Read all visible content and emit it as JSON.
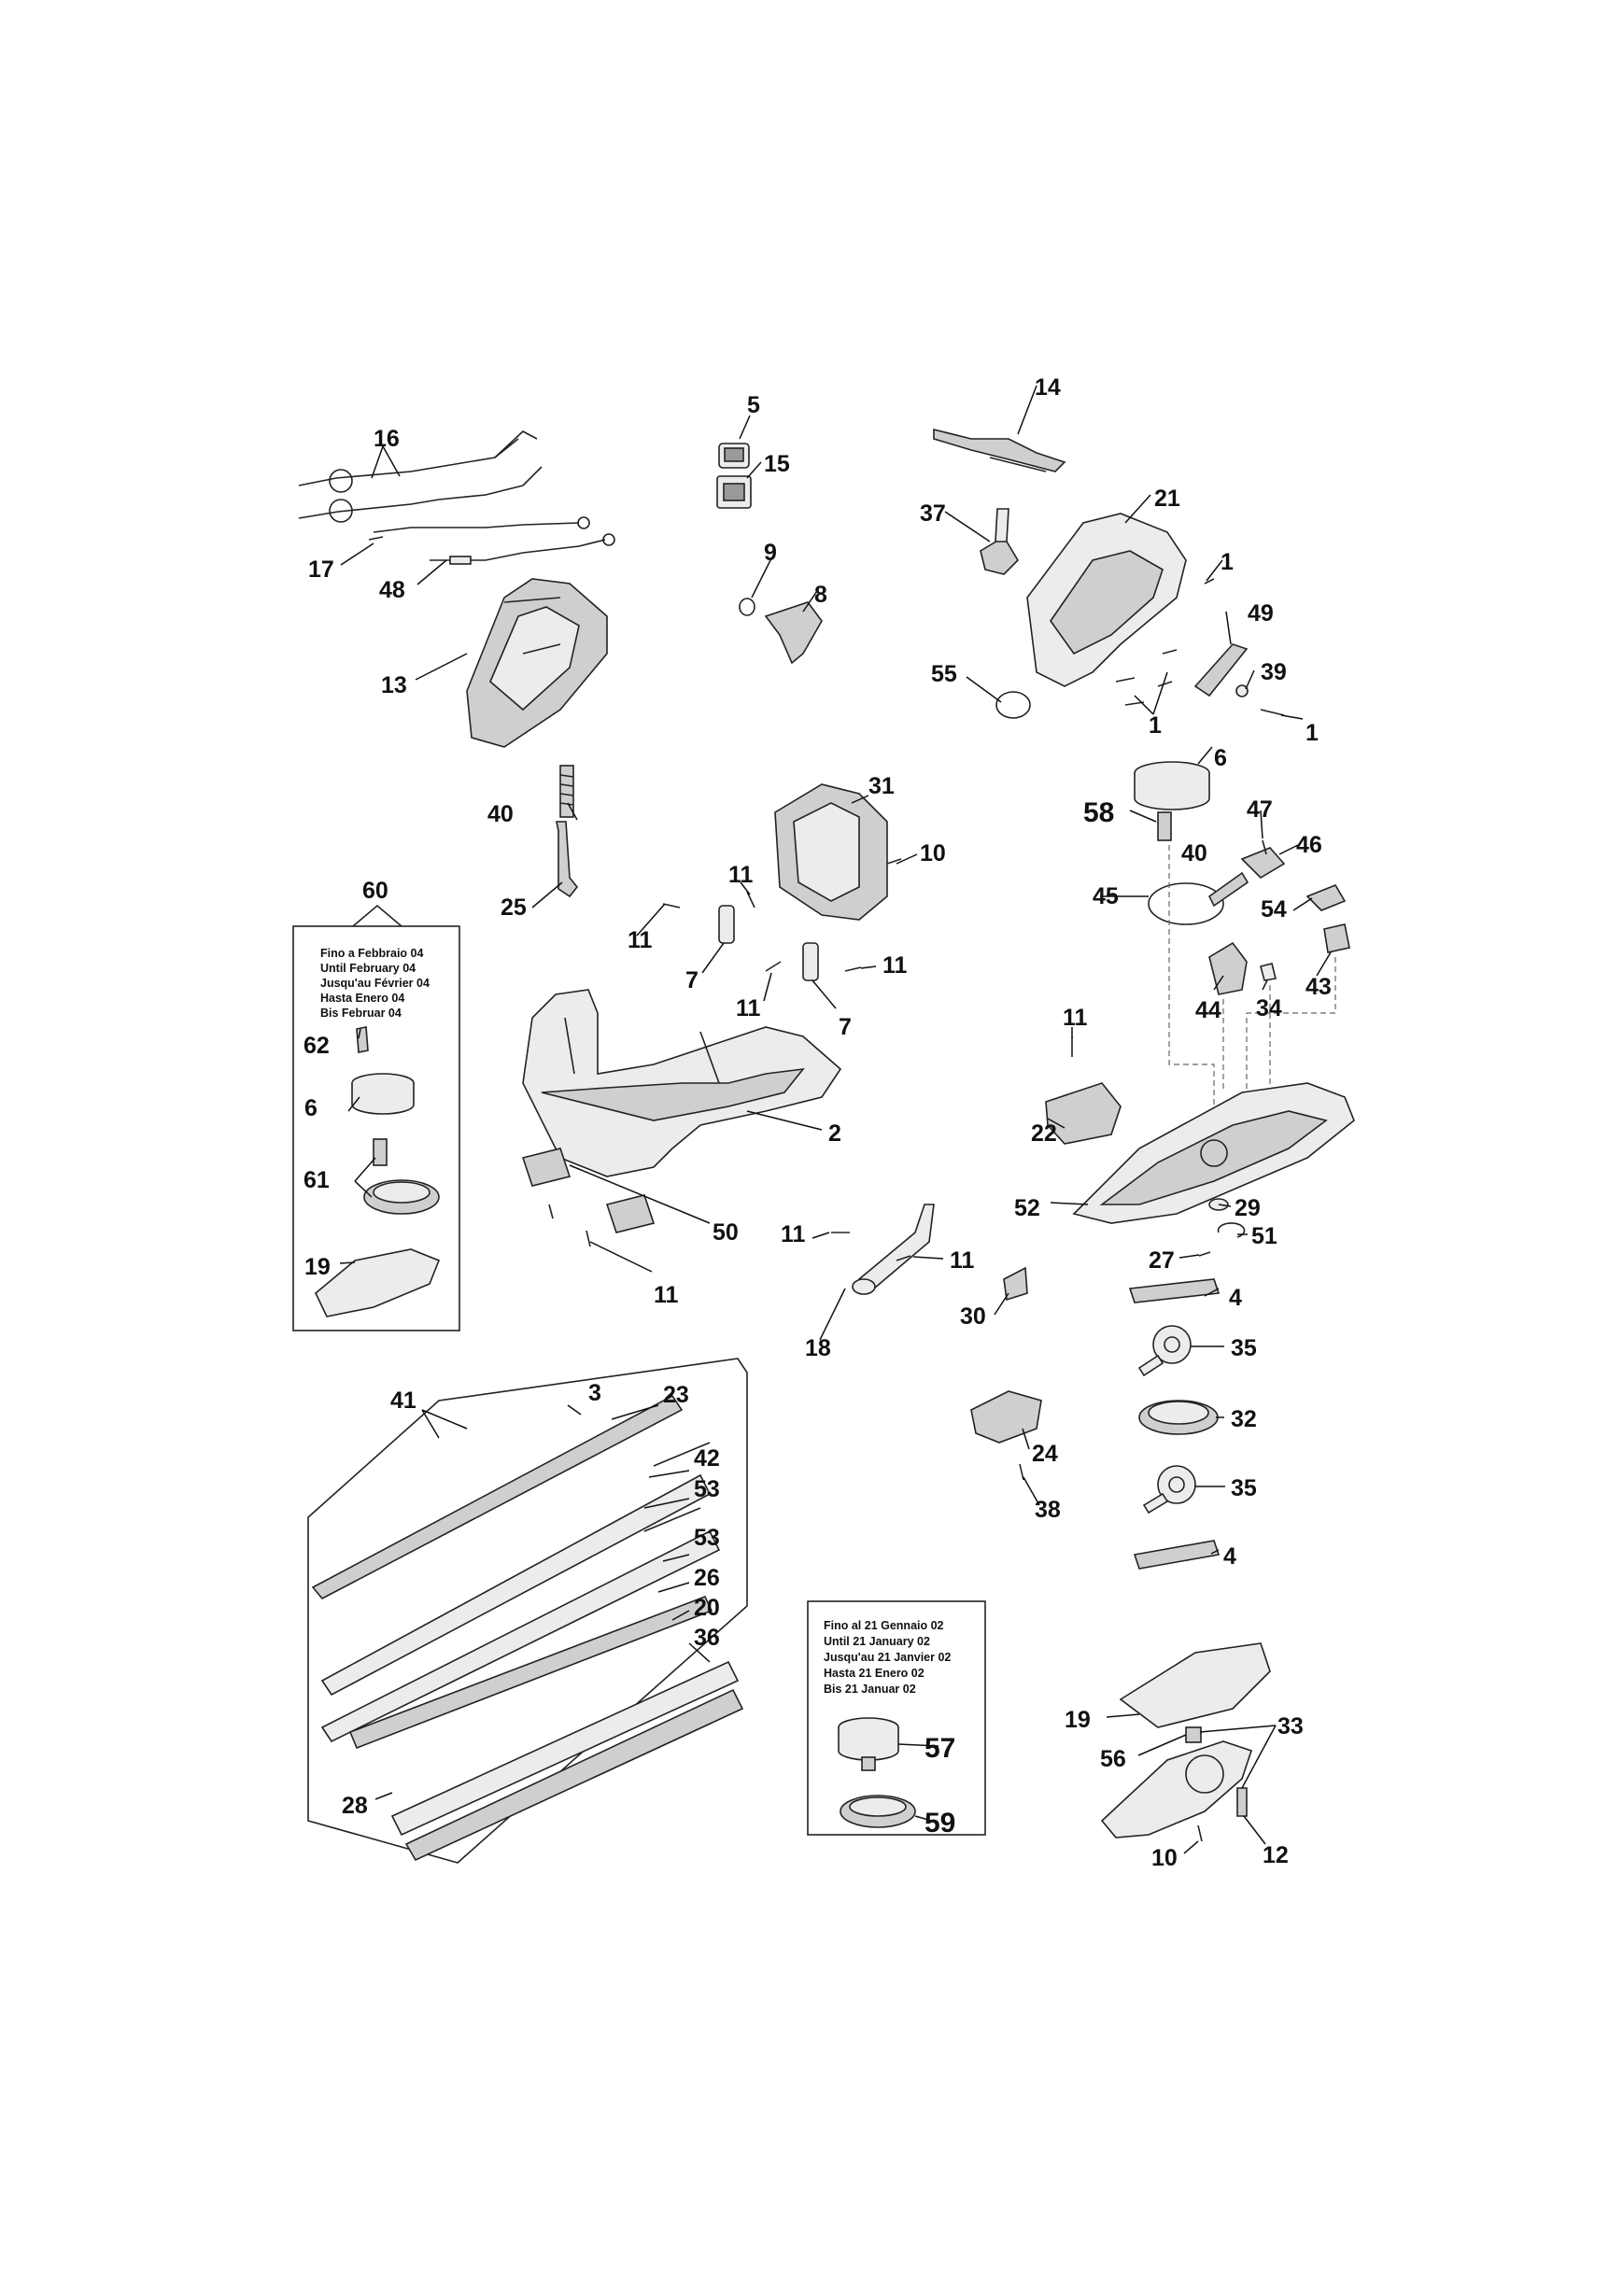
{
  "callouts": {
    "c1a": "1",
    "c1b": "1",
    "c1c": "1",
    "c2": "2",
    "c3": "3",
    "c4a": "4",
    "c4b": "4",
    "c5": "5",
    "c6a": "6",
    "c6b": "6",
    "c7a": "7",
    "c7b": "7",
    "c8": "8",
    "c9": "9",
    "c10a": "10",
    "c10b": "10",
    "c11a": "11",
    "c11b": "11",
    "c11c": "11",
    "c11d": "11",
    "c11e": "11",
    "c11f": "11",
    "c11g": "11",
    "c11h": "11",
    "c12": "12",
    "c13": "13",
    "c14": "14",
    "c15": "15",
    "c16": "16",
    "c17": "17",
    "c18": "18",
    "c19a": "19",
    "c19b": "19",
    "c20": "20",
    "c21": "21",
    "c22": "22",
    "c23": "23",
    "c24": "24",
    "c25": "25",
    "c26": "26",
    "c27": "27",
    "c28": "28",
    "c29": "29",
    "c30": "30",
    "c31": "31",
    "c32": "32",
    "c33": "33",
    "c34": "34",
    "c35a": "35",
    "c35b": "35",
    "c36": "36",
    "c37": "37",
    "c38": "38",
    "c39": "39",
    "c40a": "40",
    "c40b": "40",
    "c41": "41",
    "c42": "42",
    "c43": "43",
    "c44": "44",
    "c45": "45",
    "c46": "46",
    "c47": "47",
    "c48": "48",
    "c49": "49",
    "c50": "50",
    "c51": "51",
    "c52": "52",
    "c53a": "53",
    "c53b": "53",
    "c54": "54",
    "c55": "55",
    "c56": "56",
    "c57": "57",
    "c58": "58",
    "c59": "59",
    "c60": "60",
    "c61": "61",
    "c62": "62"
  },
  "box60": {
    "lines": [
      "Fino a Febbraio 04",
      "Until February 04",
      "Jusqu'au Février 04",
      "Hasta Enero 04",
      "Bis Februar 04"
    ]
  },
  "box57": {
    "lines": [
      "Fino al 21 Gennaio 02",
      "Until 21 January 02",
      "Jusqu'au 21 Janvier 02",
      "Hasta 21 Enero 02",
      "Bis 21 Januar 02"
    ]
  }
}
